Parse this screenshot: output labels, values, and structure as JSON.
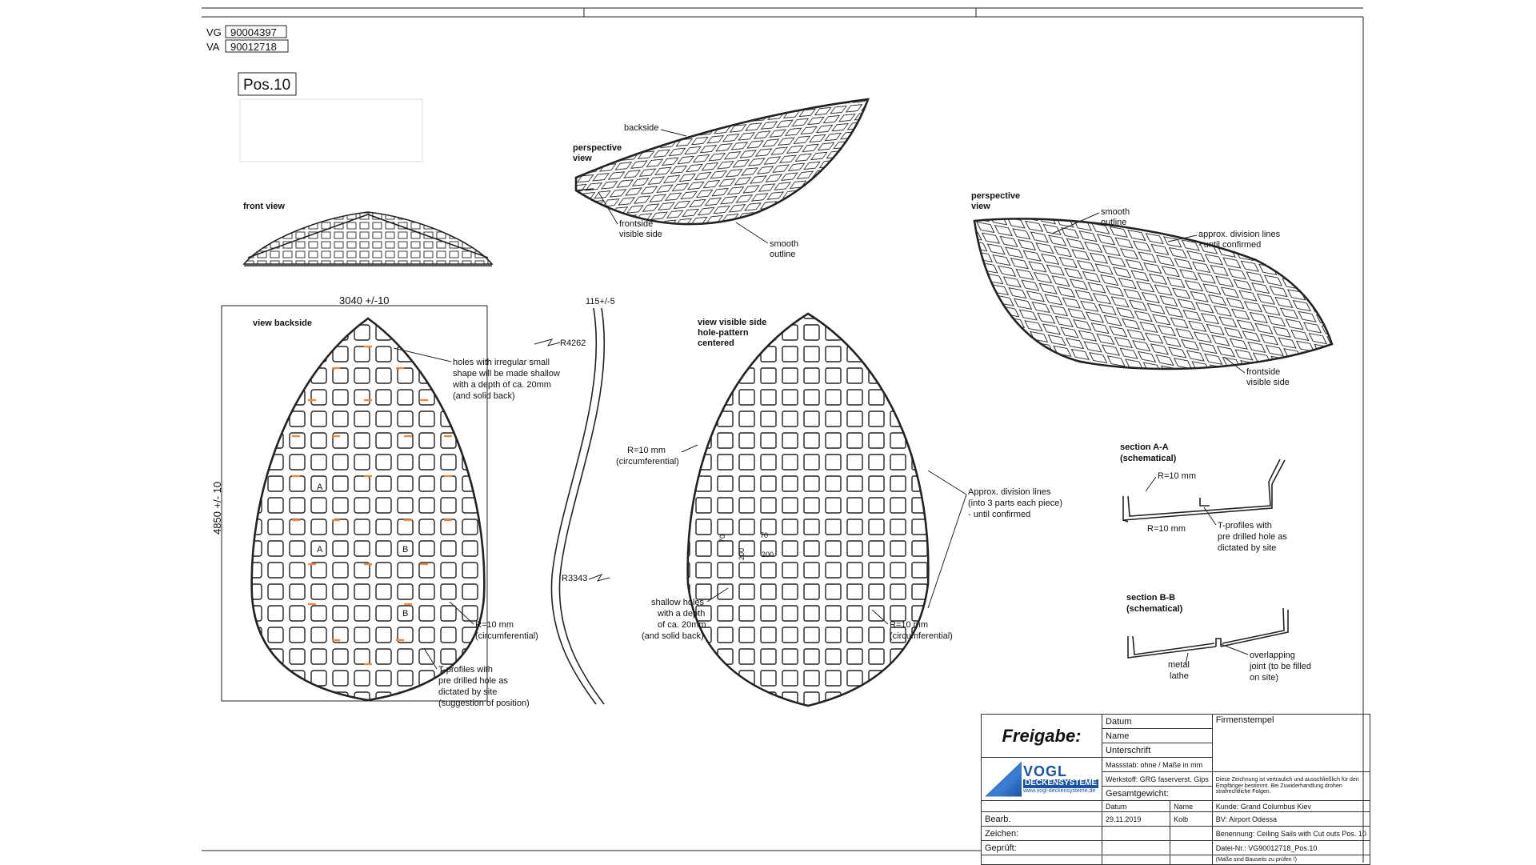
{
  "refs": {
    "vg_label": "VG",
    "vg_value": "90004397",
    "va_label": "VA",
    "va_value": "90012718",
    "pos": "Pos.10"
  },
  "views": {
    "front_view": "front view",
    "perspective_top_title": "perspective view",
    "backside": "backside",
    "frontside_visible": "frontside visible side",
    "smooth_outline": "smooth outline",
    "perspective_right_title": "perspective view",
    "smooth_outline_right": "smooth outline",
    "approx_division": "approx. division lines - until confirmed",
    "frontside_visible_right": "frontside visible side",
    "view_backside": "view backside",
    "view_visible_side": "view visible side hole-pattern centered"
  },
  "dimensions": {
    "width": "3040 +/-10",
    "height": "4850 +/- 10",
    "depth": "115+/-5",
    "r1": "R4262",
    "r2": "R3343",
    "d200a": "200",
    "d200b": "200",
    "d70a": "70",
    "d70b": "70"
  },
  "markers": {
    "a1": "A",
    "a2": "A",
    "b1": "B",
    "b2": "B"
  },
  "notes": {
    "holes_irregular": [
      "holes with irregular small",
      "shape will be made shallow",
      "with a depth of ca. 20mm",
      "(and solid back)"
    ],
    "r10_back": [
      "R=10 mm",
      "(circumferential)"
    ],
    "tprofiles_back": [
      "T-profiles with",
      "pre drilled hole as",
      "dictated by site",
      "(suggestion of position)"
    ],
    "r10_front_left": [
      "R=10 mm",
      "(circumferential)"
    ],
    "approx_div_front": [
      "Approx. division lines",
      "(into 3 parts each piece)",
      "- until confirmed"
    ],
    "shallow_holes": [
      "shallow holes",
      "with a depth",
      "of ca. 20mm",
      "(and solid back)"
    ],
    "r10_front_right": [
      "R=10 mm",
      "(circumferential)"
    ]
  },
  "sections": {
    "aa_title": [
      "section A-A",
      "(schematical)"
    ],
    "aa_r10_top": "R=10 mm",
    "aa_r10_bottom": "R=10 mm",
    "aa_tprofiles": [
      "T-profiles with",
      "pre drilled hole as",
      "dictated by site"
    ],
    "bb_title": [
      "section B-B",
      "(schematical)"
    ],
    "bb_metal": [
      "metal",
      "lathe"
    ],
    "bb_overlap": [
      "overlapping",
      "joint (to be filled",
      "on site)"
    ]
  },
  "title_block": {
    "freigabe": "Freigabe:",
    "datum": "Datum",
    "name": "Name",
    "unterschrift": "Unterschrift",
    "firmenstempel": "Firmenstempel",
    "massstab_label": "Massstab:",
    "massstab_value": "ohne / Maße in mm",
    "werkstoff_label": "Werkstoff:",
    "werkstoff_value": "GRG faserverst. Gips",
    "gesamtgewicht": "Gesamtgewicht:",
    "disclaimer": "Diese Zeichnung ist vertraulich und ausschließlich für den Empfänger bestimmt. Bei Zuwiderhandlung drohen strafrechtliche Folgen.",
    "kunde_label": "Kunde:",
    "kunde_value": "Grand Columbus Kiev",
    "bv_label": "BV:",
    "bv_value": "Airport Odessa",
    "benennung_label": "Benennung:",
    "benennung_value": "Ceiling Sails with Cut outs Pos. 10",
    "datei_label": "Datei-Nr.:",
    "datei_value": "VG90012718_Pos.10",
    "note_bottom": "(Maße sind Bauseits zu prüfen !)",
    "col_datum": "Datum",
    "col_name": "Name",
    "bearb_label": "Bearb.",
    "bearb_date": "29.11.2019",
    "bearb_name": "Kolb",
    "zeichen_label": "Zeichen:",
    "geprueft_label": "Geprüft:",
    "logo_brand": "VOGL",
    "logo_sub": "DECKENSYSTEME",
    "logo_url": "www.vogl-deckensysteme.de"
  },
  "colors": {
    "line": "#222222",
    "accent": "#ef8a3c",
    "logo": "#1a53a6"
  }
}
